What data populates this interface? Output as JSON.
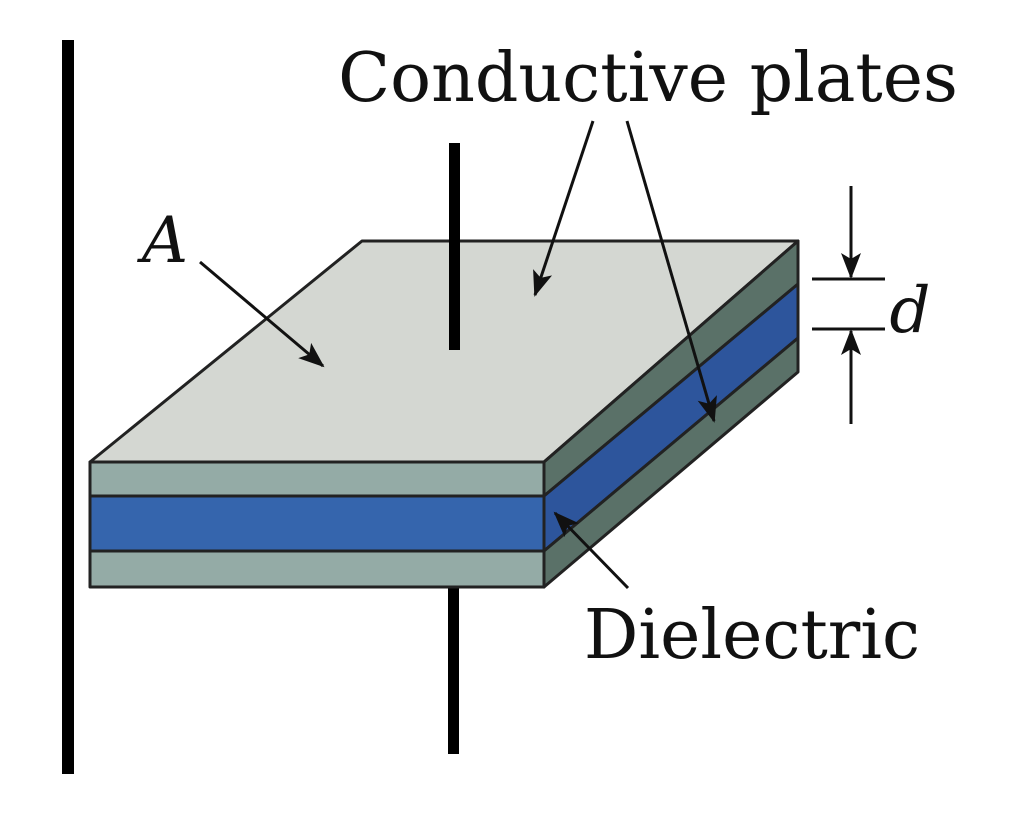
{
  "labels": {
    "conductive_plates": "Conductive plates",
    "area": "A",
    "separation": "d",
    "dielectric": "Dielectric"
  },
  "colors": {
    "background": "#ffffff",
    "plate_top_face": "#d4d7d2",
    "plate_front_face": "#94aba6",
    "plate_side_face": "#5a7168",
    "dielectric_front": "#3565ad",
    "dielectric_side": "#2d559c",
    "lines": "#111111"
  }
}
